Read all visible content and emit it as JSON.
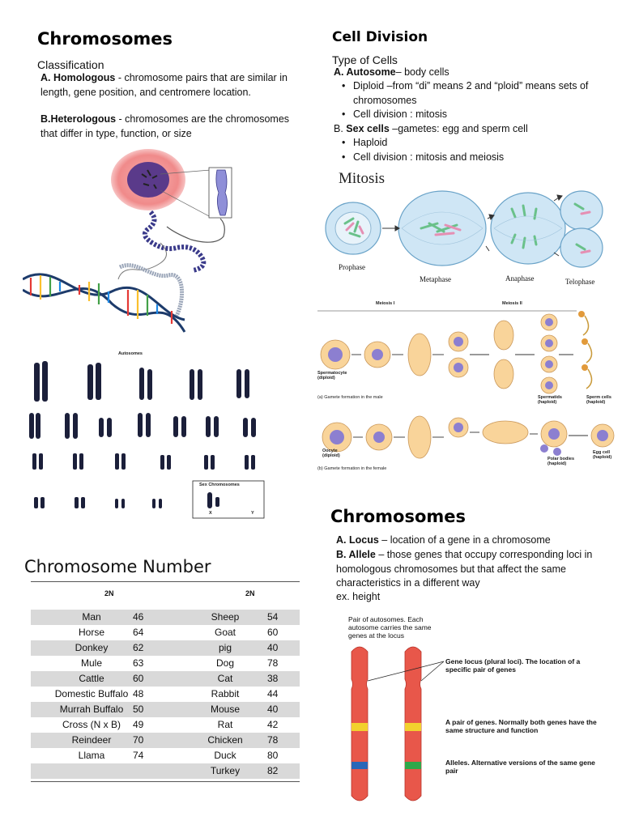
{
  "left": {
    "title": "Chromosomes",
    "classification": "Classification",
    "homologous_term": "A. Homologous",
    "homologous_desc": " - chromosome pairs that are similar in length, gene position, and centromere location.",
    "heterologous_term": "B.Heterologous",
    "heterologous_desc": " - chromosomes are the chromosomes that differ in type, function, or size",
    "karyotype_title": "Autosomes",
    "sex_chrom_title": "Sex Chromosomes",
    "sex_x": "X",
    "sex_y": "Y"
  },
  "cell_division": {
    "title": "Cell Division",
    "type_label": "Type of Cells",
    "autosome_prefix": "A. ",
    "autosome_term": "Autosome",
    "autosome_desc": "– body cells",
    "diploid": "Diploid –from “di” means 2 and “ploid” means sets of chromosomes",
    "auto_division": "Cell division : mitosis",
    "sex_prefix": "B. ",
    "sex_term": "Sex cells",
    "sex_desc": " –gametes: egg and sperm cell",
    "haploid": "Haploid",
    "sex_division": "Cell division : mitosis and meiosis"
  },
  "mitosis": {
    "title": "Mitosis",
    "stages": [
      "Prophase",
      "Metaphase",
      "Anaphase",
      "Telophase"
    ]
  },
  "meiosis": {
    "meiosis1": "Meiosis I",
    "meiosis2": "Meiosis II",
    "spermatocyte": "Spermatocyte",
    "diploid": "(diploid)",
    "spermatids": "Spermatids",
    "haploid": "(haploid)",
    "sperm_cells": "Sperm cells",
    "caption_male": "(a) Gamete formation in the male",
    "oocyte": "Oocyte",
    "polar_bodies": "Polar bodies",
    "egg_cell": "Egg cell",
    "caption_female": "(b) Gamete formation in the female"
  },
  "chromosomes2": {
    "title": "Chromosomes",
    "locus_term": "A. Locus",
    "locus_desc": " – location of a gene in a chromosome",
    "allele_term": "B. Allele",
    "allele_desc": " – those genes that occupy corresponding loci in homologous chromosomes but that affect the same characteristics in a different way",
    "example": "ex. height",
    "annot_autosomes": "Pair of autosomes. Each autosome carries the same genes at the locus",
    "annot_locus": "Gene locus (plural loci). The location of a specific pair of genes",
    "annot_pair": "A pair of genes. Normally both genes have the same structure and function",
    "annot_alleles": "Alleles. Alternative versions of the same gene pair"
  },
  "chromosome_number": {
    "title": "Chromosome Number",
    "header_left": "2N",
    "header_right": "2N",
    "left_rows": [
      {
        "animal": "Man",
        "n": "46"
      },
      {
        "animal": "Horse",
        "n": "64"
      },
      {
        "animal": "Donkey",
        "n": "62"
      },
      {
        "animal": "Mule",
        "n": "63"
      },
      {
        "animal": "Cattle",
        "n": "60"
      },
      {
        "animal": "Domestic Buffalo",
        "n": "48"
      },
      {
        "animal": "Murrah Buffalo",
        "n": "50"
      },
      {
        "animal": "Cross (N x B)",
        "n": "49"
      },
      {
        "animal": "Reindeer",
        "n": "70"
      },
      {
        "animal": "Llama",
        "n": "74"
      }
    ],
    "right_rows": [
      {
        "animal": "Sheep",
        "n": "54"
      },
      {
        "animal": "Goat",
        "n": "60"
      },
      {
        "animal": "pig",
        "n": "40"
      },
      {
        "animal": "Dog",
        "n": "78"
      },
      {
        "animal": "Cat",
        "n": "38"
      },
      {
        "animal": "Rabbit",
        "n": "44"
      },
      {
        "animal": "Mouse",
        "n": "40"
      },
      {
        "animal": "Rat",
        "n": "42"
      },
      {
        "animal": "Chicken",
        "n": "78"
      },
      {
        "animal": "Duck",
        "n": "80"
      },
      {
        "animal": "Turkey",
        "n": "82"
      }
    ]
  }
}
